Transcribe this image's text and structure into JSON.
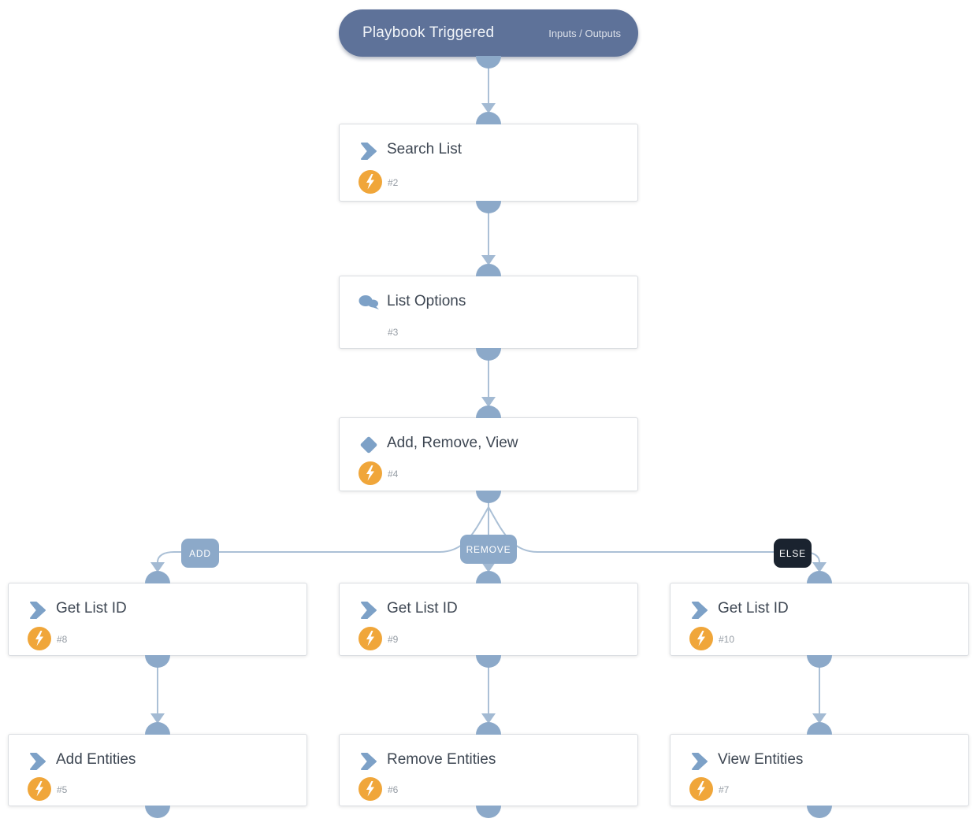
{
  "colors": {
    "trigger_pill": "#5e7299",
    "connector_port": "#8ca9c9",
    "connector_line": "#abc0d6",
    "node_icon_blue": "#7da1c7",
    "lightning_orange": "#f0a63a",
    "else_badge_dark": "#1a232f",
    "title_text": "#3e4753"
  },
  "trigger": {
    "title": "Playbook Triggered",
    "subtitle": "Inputs / Outputs"
  },
  "nodes": [
    {
      "key": "search-list",
      "title": "Search List",
      "number": "#2",
      "icon": "action-chevron-icon",
      "has_lightning": true
    },
    {
      "key": "list-options",
      "title": "List Options",
      "number": "#3",
      "icon": "prompt-chat-icon",
      "has_lightning": false
    },
    {
      "key": "add-remove-view",
      "title": "Add, Remove, View",
      "number": "#4",
      "icon": "decision-diamond-icon",
      "has_lightning": true
    },
    {
      "key": "get-list-id-add",
      "title": "Get List ID",
      "number": "#8",
      "icon": "action-chevron-icon",
      "has_lightning": true
    },
    {
      "key": "get-list-id-remove",
      "title": "Get List ID",
      "number": "#9",
      "icon": "action-chevron-icon",
      "has_lightning": true
    },
    {
      "key": "get-list-id-else",
      "title": "Get List ID",
      "number": "#10",
      "icon": "action-chevron-icon",
      "has_lightning": true
    },
    {
      "key": "add-entities",
      "title": "Add Entities",
      "number": "#5",
      "icon": "action-chevron-icon",
      "has_lightning": true
    },
    {
      "key": "remove-entities",
      "title": "Remove Entities",
      "number": "#6",
      "icon": "action-chevron-icon",
      "has_lightning": true
    },
    {
      "key": "view-entities",
      "title": "View Entities",
      "number": "#7",
      "icon": "action-chevron-icon",
      "has_lightning": true
    }
  ],
  "branch_labels": [
    {
      "label": "ADD"
    },
    {
      "label": "REMOVE"
    },
    {
      "label": "ELSE"
    }
  ]
}
